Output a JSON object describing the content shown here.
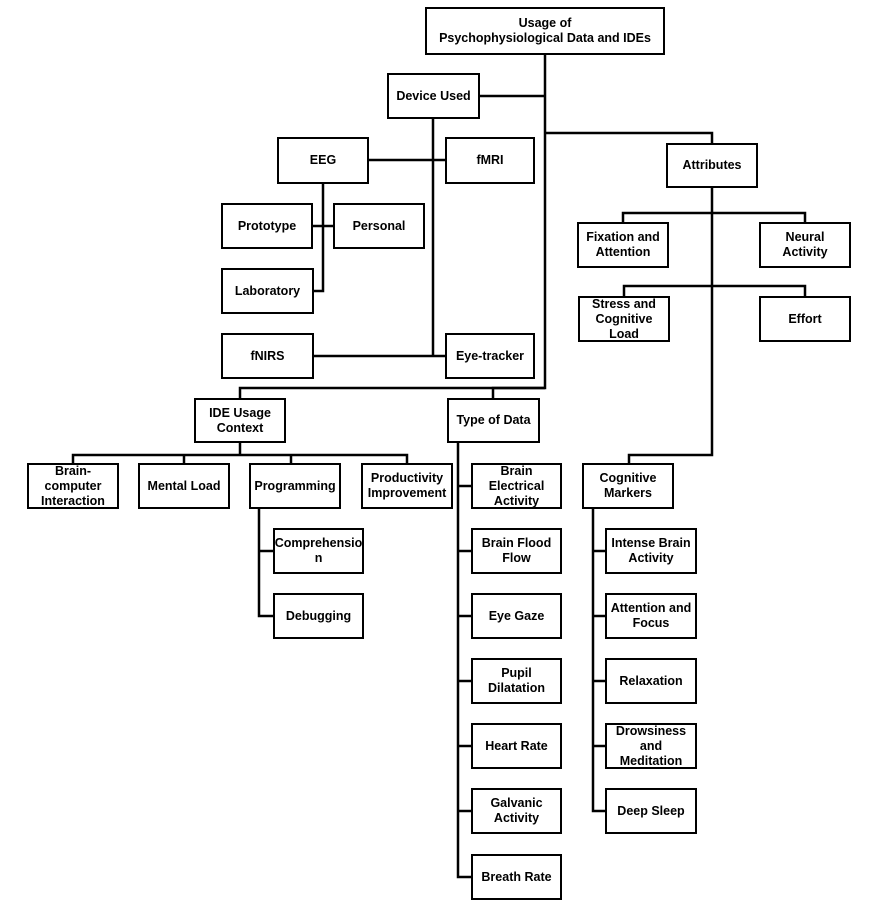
{
  "root": "Usage of\nPsychophysiological Data and IDEs",
  "device": {
    "label": "Device Used",
    "eeg": "EEG",
    "fmri": "fMRI",
    "prototype": "Prototype",
    "personal": "Personal",
    "laboratory": "Laboratory",
    "fnirs": "fNIRS",
    "eye_tracker": "Eye-tracker"
  },
  "attributes": {
    "label": "Attributes",
    "fixation": "Fixation and\nAttention",
    "neural": "Neural Activity",
    "stress": "Stress and\nCognitive Load",
    "effort": "Effort"
  },
  "context": {
    "label": "IDE Usage\nContext",
    "bci": "Brain-\ncomputer\nInteraction",
    "mental_load": "Mental Load",
    "programming": "Programming",
    "productivity": "Productivity\nImprovement",
    "comprehension": "Comprehensio\nn",
    "debugging": "Debugging"
  },
  "data_types": {
    "label": "Type of Data",
    "brain_electrical": "Brain Electrical\nActivity",
    "brain_flood": "Brain Flood\nFlow",
    "eye_gaze": "Eye Gaze",
    "pupil": "Pupil\nDilatation",
    "heart_rate": "Heart Rate",
    "galvanic": "Galvanic\nActivity",
    "breath_rate": "Breath Rate"
  },
  "markers": {
    "label": "Cognitive\nMarkers",
    "intense": "Intense Brain\nActivity",
    "attention_focus": "Attention and\nFocus",
    "relaxation": "Relaxation",
    "drowsiness": "Drowsiness\nand\nMeditation",
    "deep_sleep": "Deep Sleep"
  }
}
